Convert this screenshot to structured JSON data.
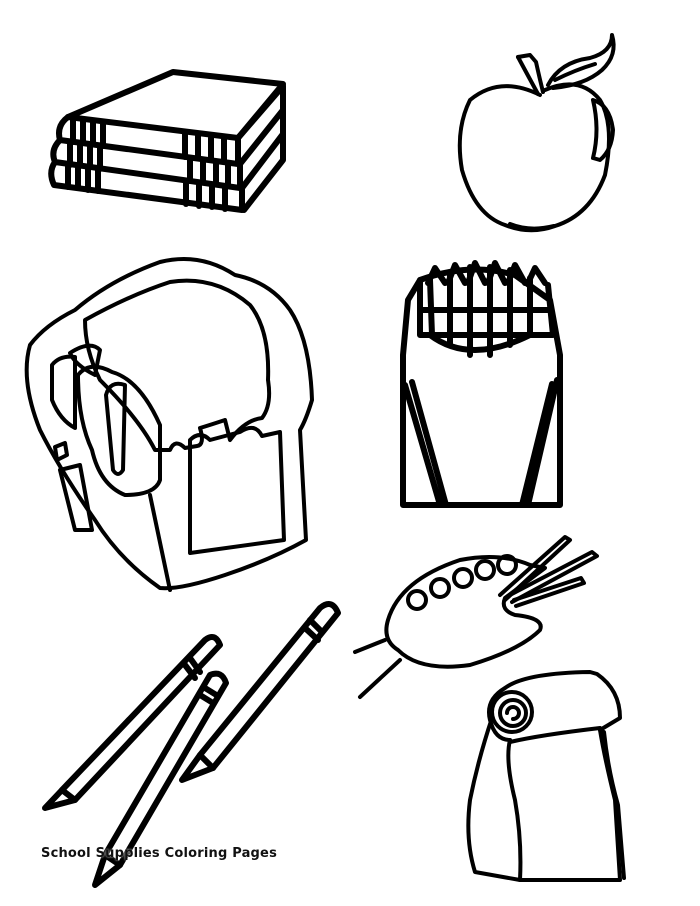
{
  "page": {
    "caption": "School Supplies Coloring Pages",
    "background": "#ffffff",
    "line_color": "#000000"
  },
  "illustrations": [
    {
      "name": "stack-of-books",
      "count": 3
    },
    {
      "name": "apple"
    },
    {
      "name": "backpack"
    },
    {
      "name": "crayon-box",
      "crayons": 6
    },
    {
      "name": "paint-palette",
      "paint_wells": 5,
      "brushes": 3
    },
    {
      "name": "pencils",
      "count": 3
    },
    {
      "name": "paper-bag-with-scroll"
    }
  ]
}
